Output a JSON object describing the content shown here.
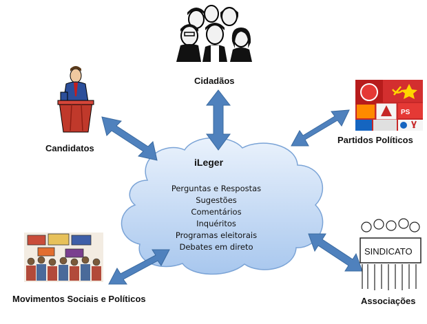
{
  "hub": {
    "title": "iLeger",
    "items": [
      "Perguntas e Respostas",
      "Sugestões",
      "Comentários",
      "Inquéritos",
      "Programas eleitorais",
      "Debates em direto"
    ]
  },
  "nodes": {
    "cidadaos": "Cidadãos",
    "candidatos": "Candidatos",
    "partidos": "Partidos Políticos",
    "movimentos": "Movimentos Sociais e Políticos",
    "associacoes": "Associações"
  },
  "illustrations": {
    "poster_text": "SINDICATO"
  },
  "colors": {
    "arrow": "#4f81bd",
    "arrow_stroke": "#3a6aa0",
    "cloud_fill_top": "#e8f1fb",
    "cloud_fill_bottom": "#a9c8ee",
    "cloud_stroke": "#7aa3d6"
  }
}
